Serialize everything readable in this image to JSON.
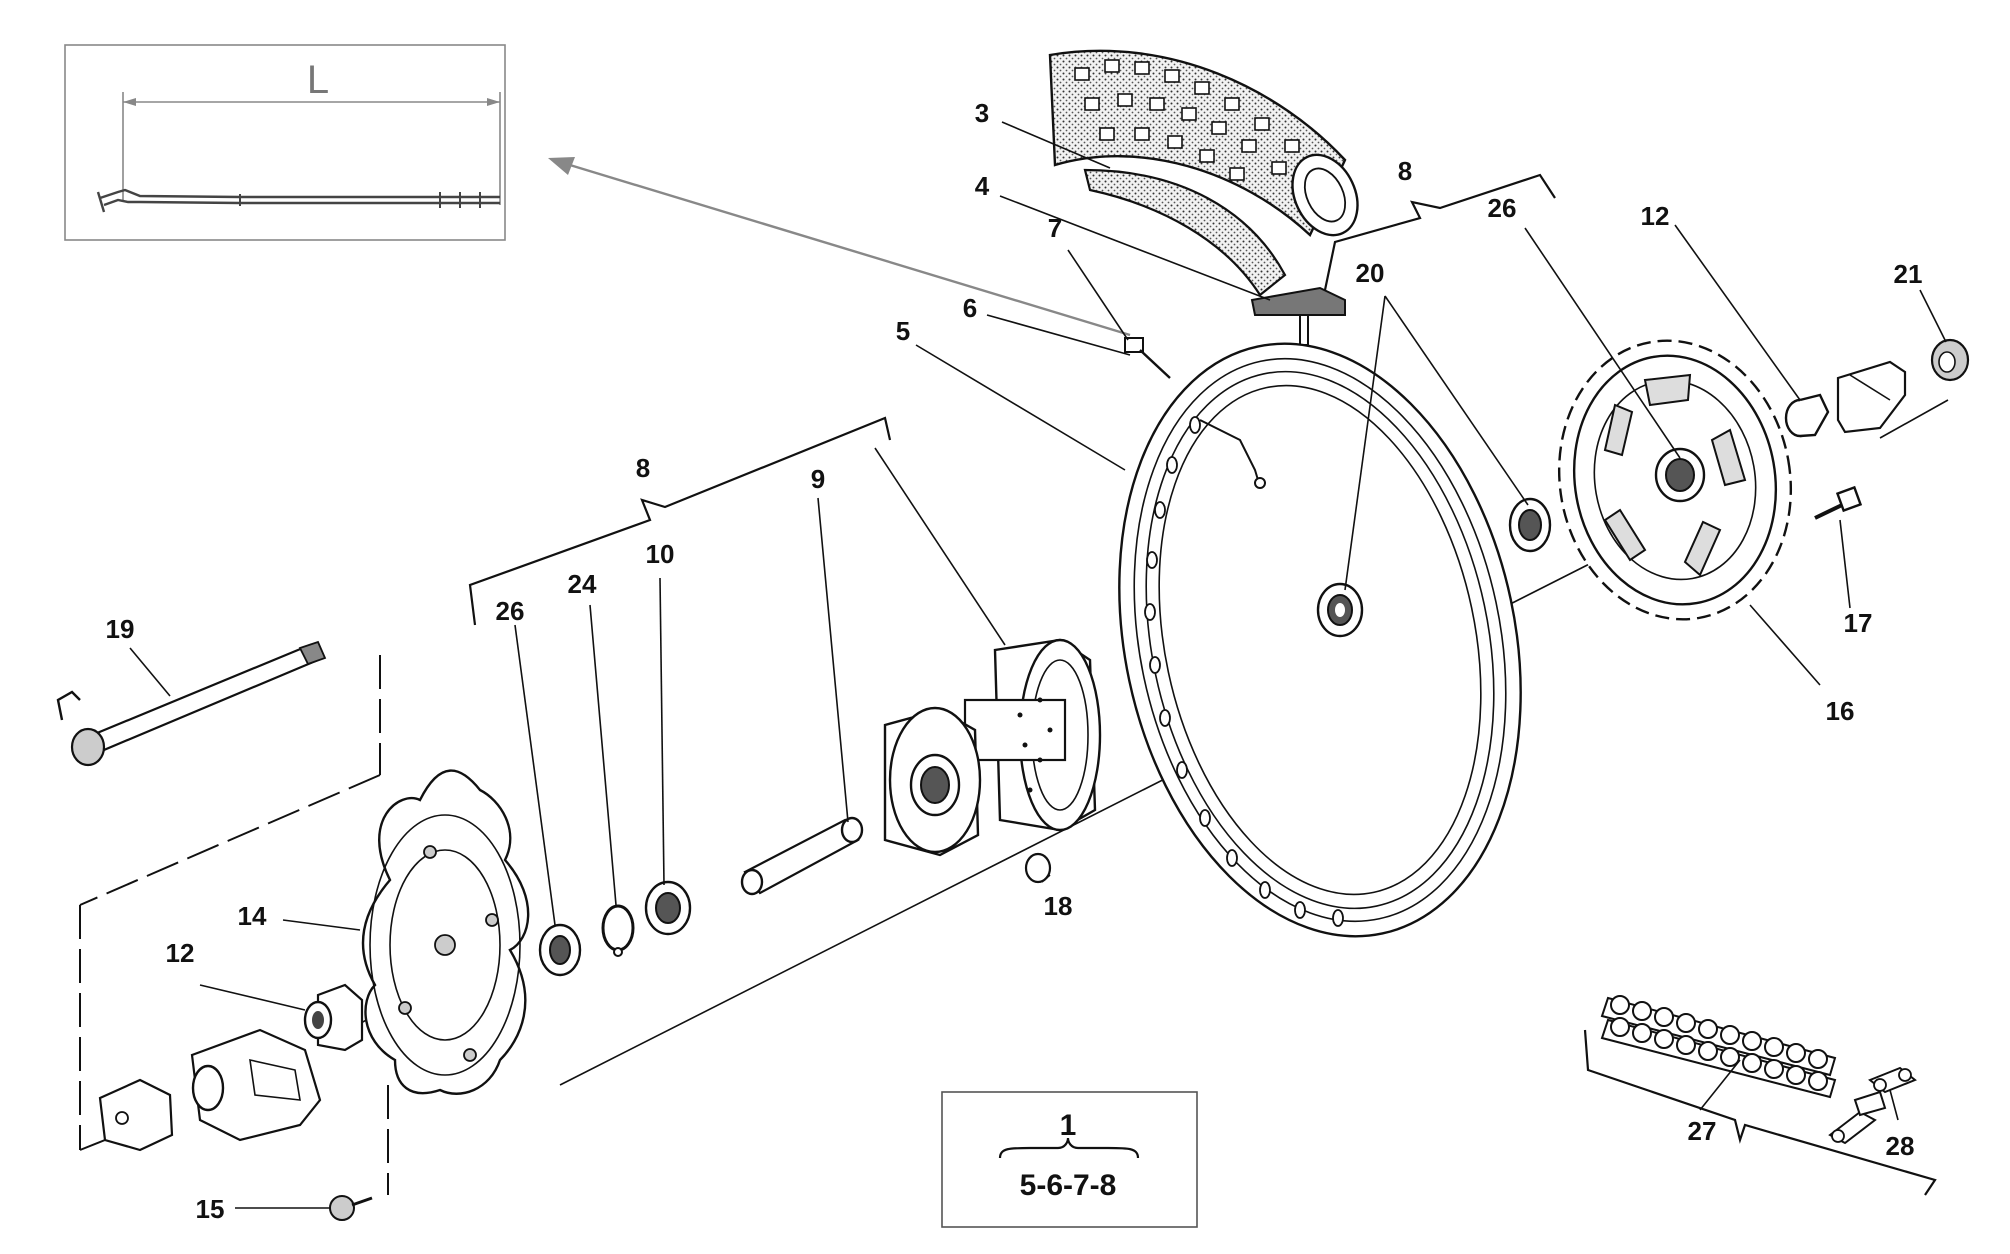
{
  "inset": {
    "dimension_label": "L"
  },
  "callouts": {
    "c1": "3",
    "c2": "4",
    "c3": "7",
    "c4": "6",
    "c5": "5",
    "c6": "8",
    "c7": "20",
    "c8": "26",
    "c9": "12",
    "c10": "21",
    "c11": "8",
    "c12": "9",
    "c13": "10",
    "c14": "24",
    "c15": "26",
    "c16": "19",
    "c17": "17",
    "c18": "16",
    "c19": "18",
    "c20": "14",
    "c21": "12",
    "c22": "15",
    "c23": "27",
    "c24": "28"
  },
  "kit_box": {
    "number": "1",
    "components": "5-6-7-8"
  }
}
